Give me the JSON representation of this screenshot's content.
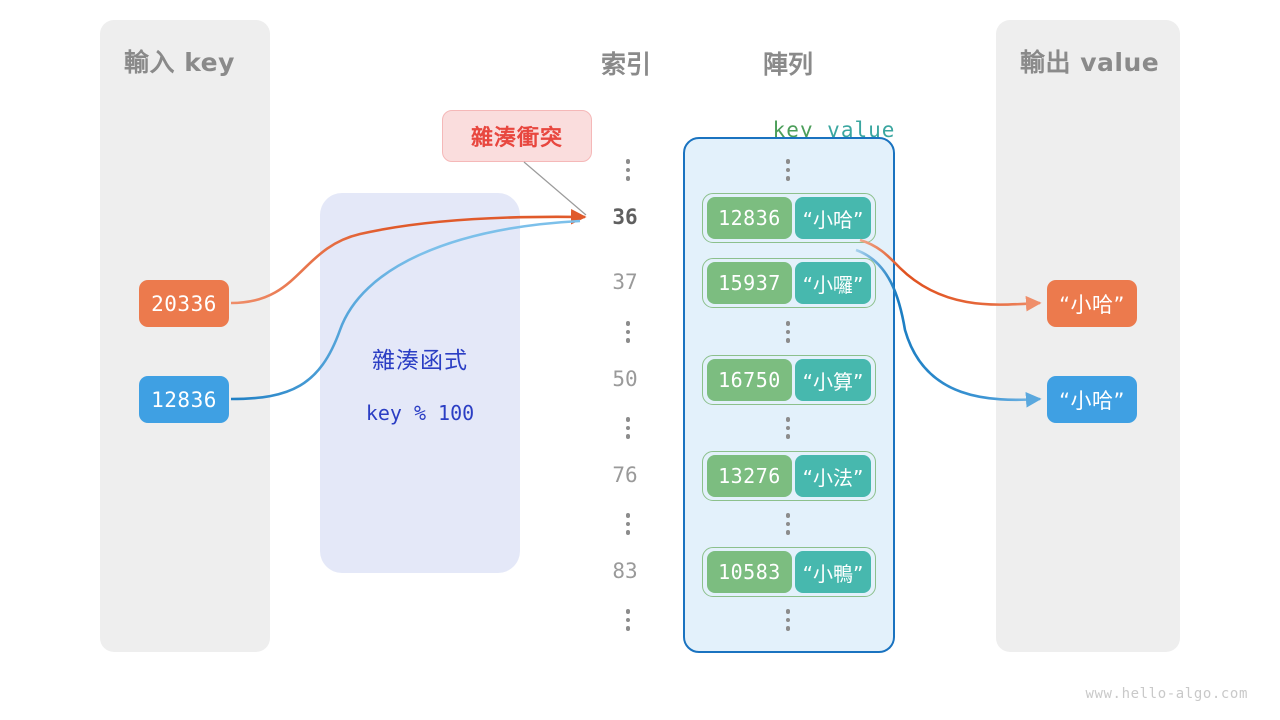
{
  "diagram": {
    "title": "hash-collision-diagram",
    "watermark": "www.hello-algo.com"
  },
  "panels": {
    "input": {
      "title": "輸入 key"
    },
    "output": {
      "title": "輸出 value"
    }
  },
  "columns": {
    "index_header": "索引",
    "array_header": "陣列",
    "key_label": "key",
    "value_label": "value"
  },
  "hash_function": {
    "title": "雜湊函式",
    "expression": "key % 100"
  },
  "collision_badge": {
    "label": "雜湊衝突"
  },
  "inputs": [
    {
      "value": "20336",
      "color": "#ec7a4d"
    },
    {
      "value": "12836",
      "color": "#3fa0e3"
    }
  ],
  "outputs": [
    {
      "value": "“小哈”",
      "color": "#ec7a4d"
    },
    {
      "value": "“小哈”",
      "color": "#3fa0e3"
    }
  ],
  "array_rows": [
    {
      "index": "36",
      "key": "12836",
      "value": "“小哈”",
      "highlight": true
    },
    {
      "index": "37",
      "key": "15937",
      "value": "“小囉”",
      "highlight": false
    },
    {
      "index": "50",
      "key": "16750",
      "value": "“小算”",
      "highlight": false
    },
    {
      "index": "76",
      "key": "13276",
      "value": "“小法”",
      "highlight": false
    },
    {
      "index": "83",
      "key": "10583",
      "value": "“小鴨”",
      "highlight": false
    }
  ],
  "colors": {
    "key_cell": "#7cbd80",
    "value_cell": "#47b8ae",
    "array_bg": "#e3f1fb",
    "array_border": "#1a73c0",
    "hash_bg": "#e4e8f8",
    "hash_text": "#2b3ec4",
    "panel_bg": "#eeeeee",
    "orange": "#ec7a4d",
    "blue": "#3fa0e3",
    "collision_text": "#e8473f",
    "collision_bg": "#fadddd"
  }
}
